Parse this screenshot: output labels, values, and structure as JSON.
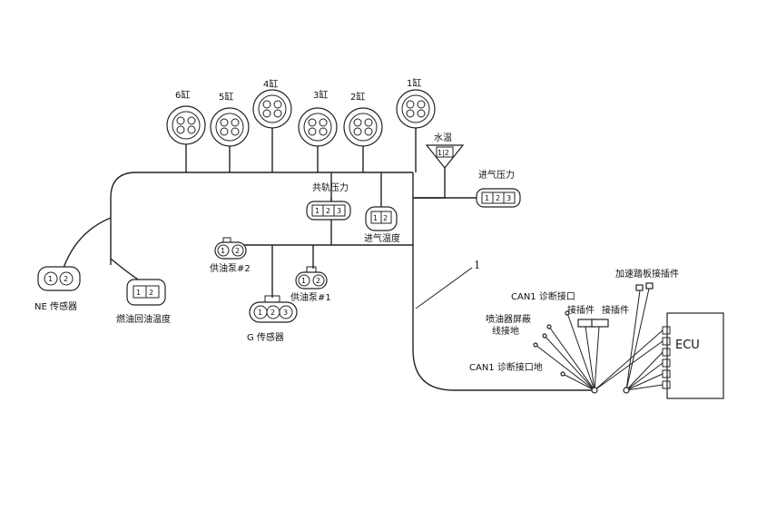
{
  "cylinders": [
    "6缸",
    "5缸",
    "4缸",
    "3缸",
    "2缸",
    "1缸"
  ],
  "sensors": {
    "water_temp": "水温",
    "water_temp_pin": "1|2",
    "intake_pressure": "进气压力",
    "rail_pressure": "共轨压力",
    "intake_temp": "进气温度",
    "pump2": "供油泵#2",
    "pump1": "供油泵#1",
    "ne_sensor": "NE  传感器",
    "fuel_return_temp": "燃油回油温度",
    "g_sensor": "G  传感器"
  },
  "pins": {
    "p1": "1",
    "p2": "2",
    "p3": "3"
  },
  "leader_label": "1",
  "ecu": {
    "label": "ECU",
    "accel_pedal": "加速踏板接插件",
    "can1_port": "CAN1 诊断接口",
    "connector_a": "接插件",
    "connector_b": "接插件",
    "injector_shield_1": "喷油器屏蔽",
    "injector_shield_2": "线接地",
    "can1_ground": "CAN1  诊断接口地"
  }
}
